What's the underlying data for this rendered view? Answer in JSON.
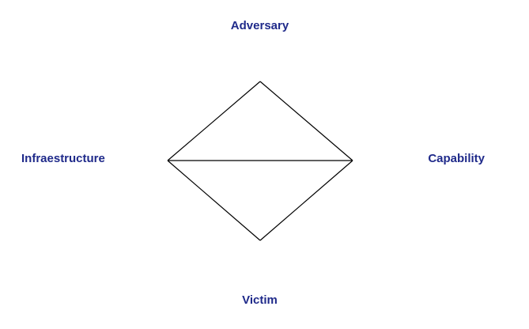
{
  "diagram": {
    "vertices": {
      "top": "Adversary",
      "left": "Infraestructure",
      "right": "Capability",
      "bottom": "Victim"
    },
    "label_color": "#1f2a8a",
    "line_color": "#000000"
  }
}
